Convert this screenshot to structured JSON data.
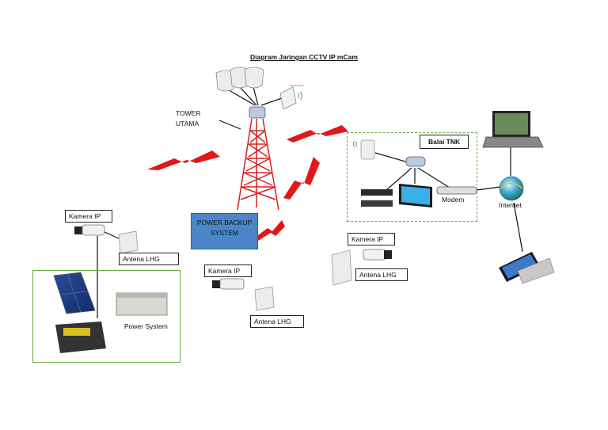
{
  "diagram": {
    "title": "Diagram Jaringan CCTV IP mCam",
    "tower": {
      "line1": "TOWER",
      "line2": "UTAMA"
    },
    "power_backup": {
      "line1": "POWER BACKUP",
      "line2": "SYSTEM"
    },
    "balai_tnk": "Balai TNK",
    "modem": "Modem",
    "internet": "Internet",
    "power_system": "Power System",
    "camera_label": "Kamera IP",
    "antenna_label": "Antena LHG"
  },
  "colors": {
    "tower_red": "#d42020",
    "signal_red": "#e01818",
    "group_border": "#66aa44",
    "power_backup_fill": "#4a86c8"
  }
}
